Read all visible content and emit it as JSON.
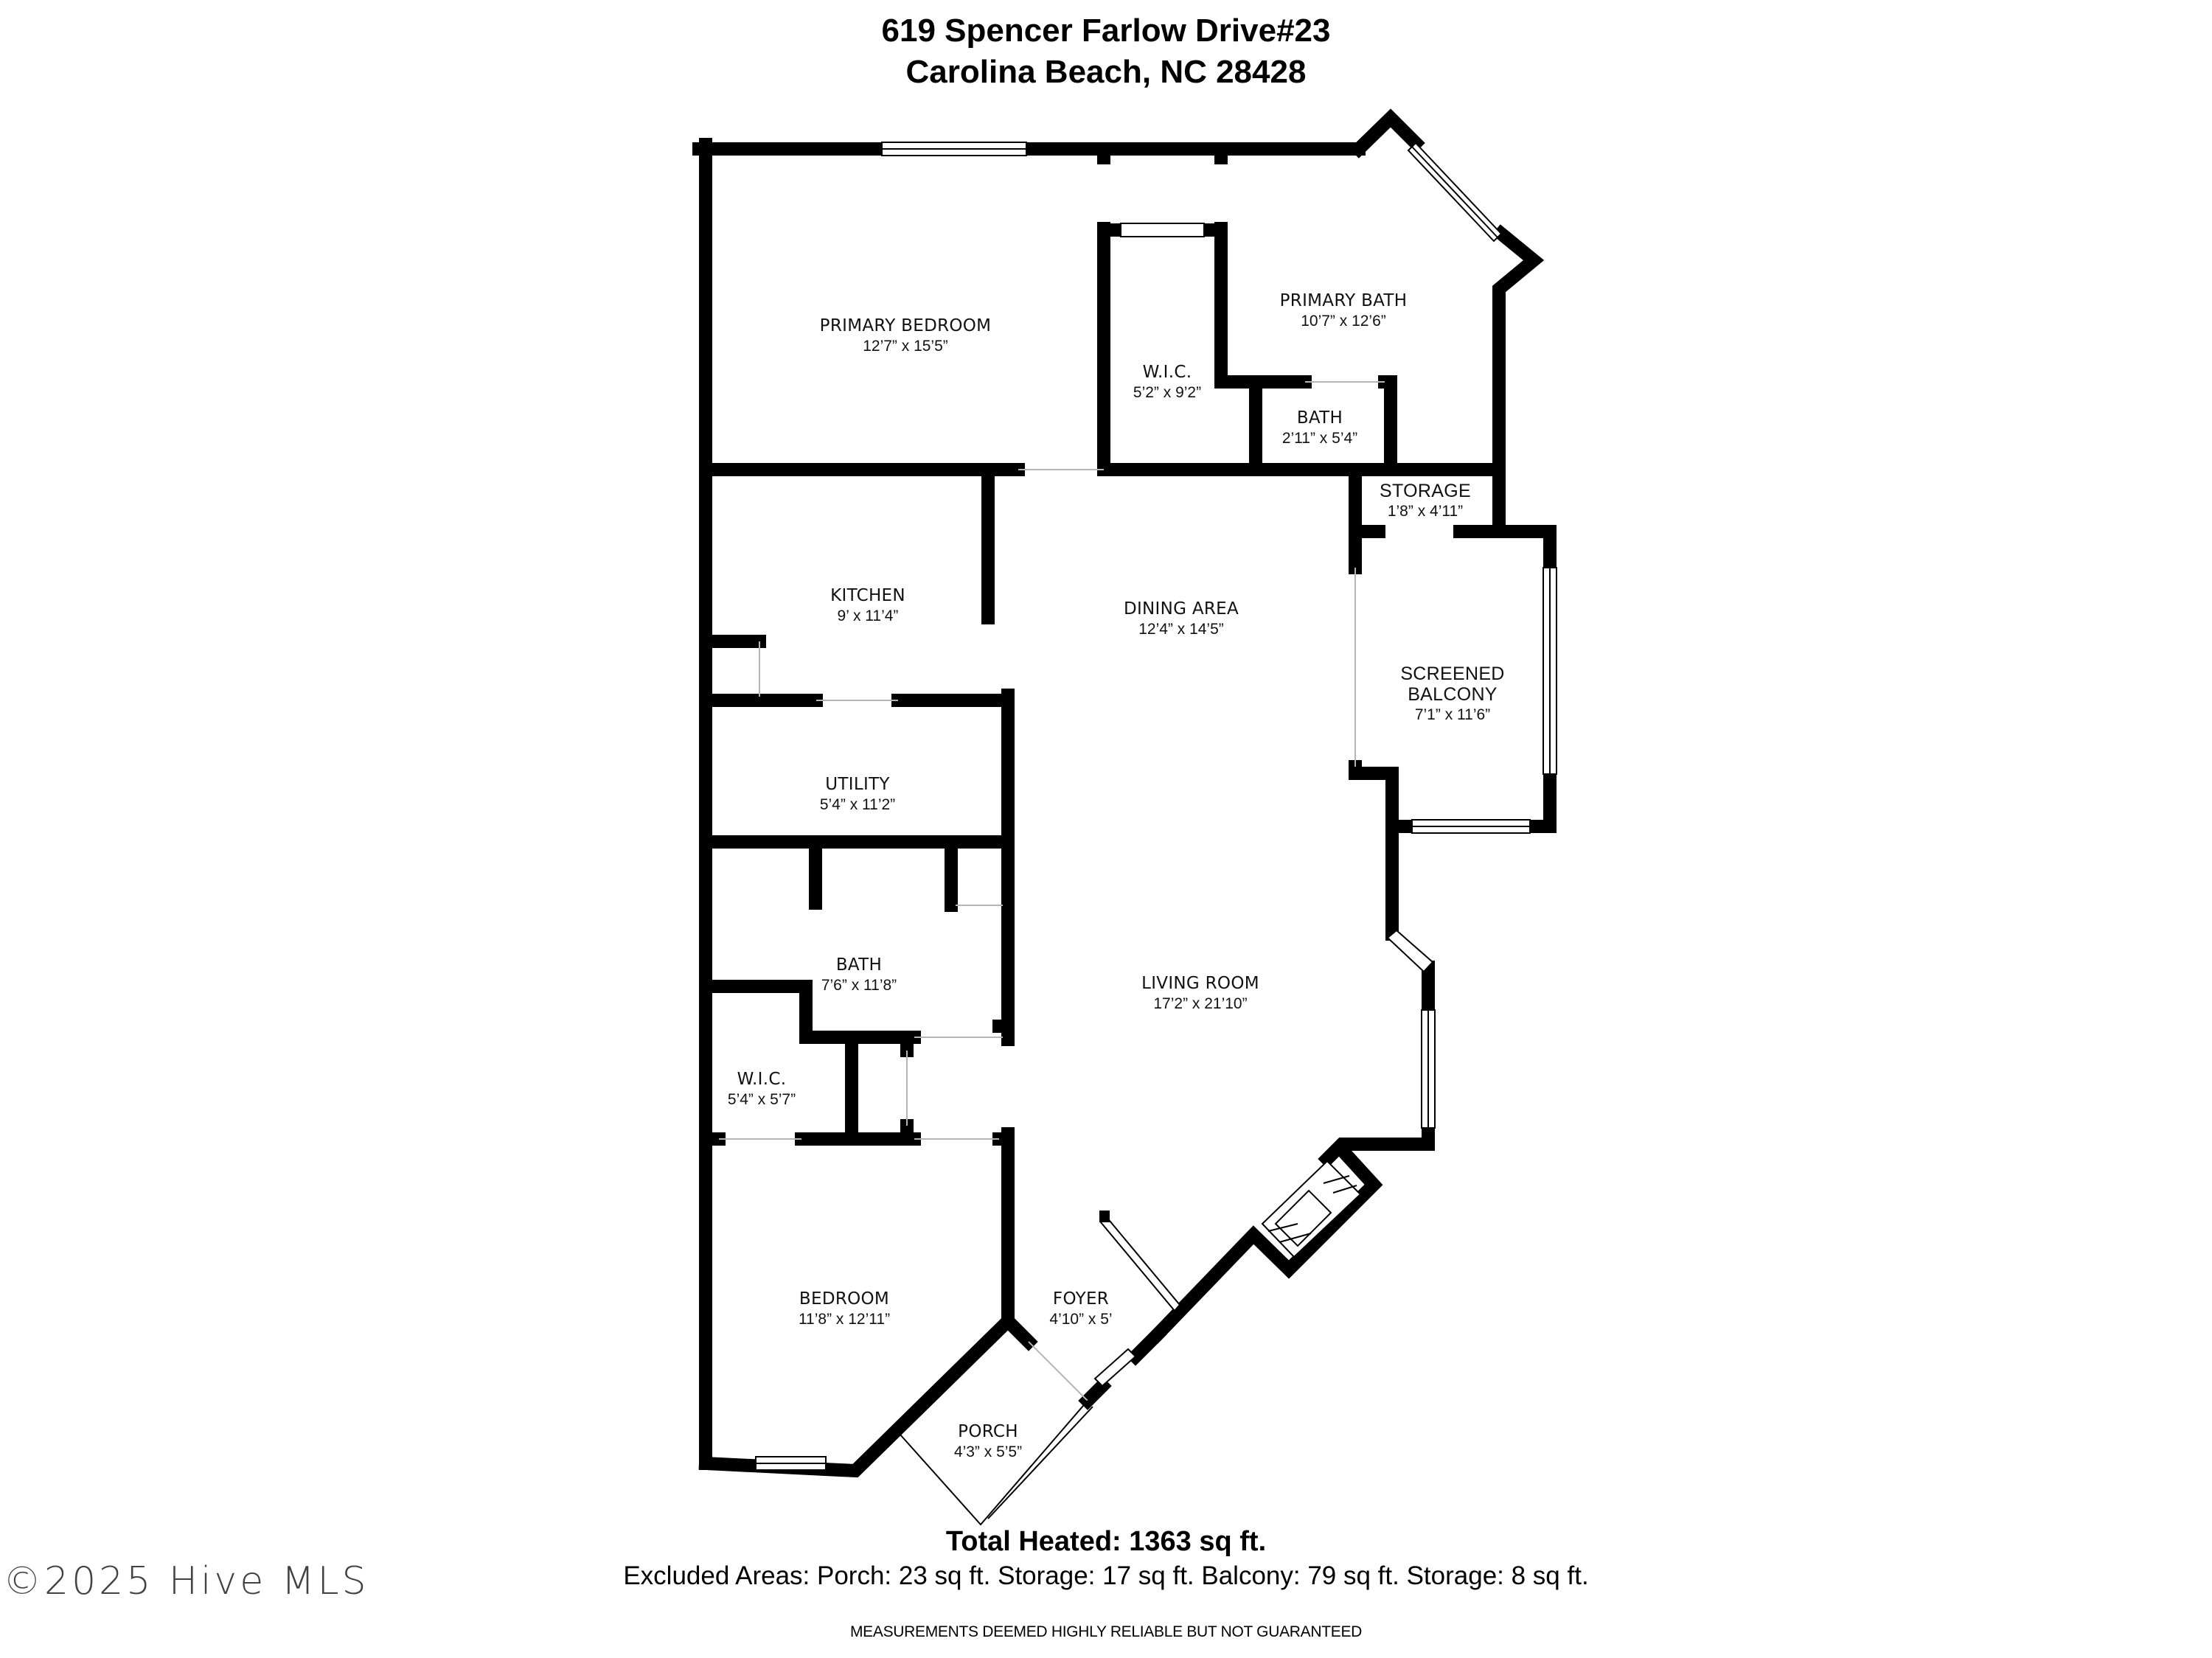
{
  "header": {
    "address_line1": "619 Spencer Farlow Drive#23",
    "address_line2": "Carolina Beach, NC 28428"
  },
  "rooms": {
    "primary_bedroom": {
      "name": "PRIMARY BEDROOM",
      "dimensions": "12’7” x 15’5”"
    },
    "wic_primary": {
      "name": "W.I.C.",
      "dimensions": "5’2” x 9’2”"
    },
    "primary_bath": {
      "name": "PRIMARY BATH",
      "dimensions": "10’7” x 12’6”"
    },
    "bath_small": {
      "name": "BATH",
      "dimensions": "2’11” x 5’4”"
    },
    "storage": {
      "name": "STORAGE",
      "dimensions": "1’8” x 4’11”"
    },
    "kitchen": {
      "name": "KITCHEN",
      "dimensions": "9’ x 11’4”"
    },
    "dining_area": {
      "name": "DINING AREA",
      "dimensions": "12’4” x 14’5”"
    },
    "screened_balcony": {
      "name_line1": "SCREENED",
      "name_line2": "BALCONY",
      "dimensions": "7’1” x 11’6”"
    },
    "utility": {
      "name": "UTILITY",
      "dimensions": "5’4” x 11’2”"
    },
    "bath": {
      "name": "BATH",
      "dimensions": "7’6” x 11’8”"
    },
    "living_room": {
      "name": "LIVING ROOM",
      "dimensions": "17’2” x 21’10”"
    },
    "wic_bedroom": {
      "name": "W.I.C.",
      "dimensions": "5’4” x 5’7”"
    },
    "bedroom": {
      "name": "BEDROOM",
      "dimensions": "11’8” x 12’11”"
    },
    "foyer": {
      "name": "FOYER",
      "dimensions": "4’10” x 5’"
    },
    "porch": {
      "name": "PORCH",
      "dimensions": "4’3” x 5’5”"
    }
  },
  "summary": {
    "total_heated": "Total Heated: 1363 sq ft.",
    "excluded_areas": "Excluded Areas: Porch: 23 sq ft. Storage: 17 sq ft. Balcony: 79 sq ft. Storage: 8 sq ft.",
    "disclaimer": "MEASUREMENTS DEEMED HIGHLY RELIABLE BUT NOT GUARANTEED"
  },
  "watermark": "©2025 Hive MLS",
  "colors": {
    "wall": "#000000",
    "background": "#ffffff",
    "opening": "#bbbbbb"
  }
}
